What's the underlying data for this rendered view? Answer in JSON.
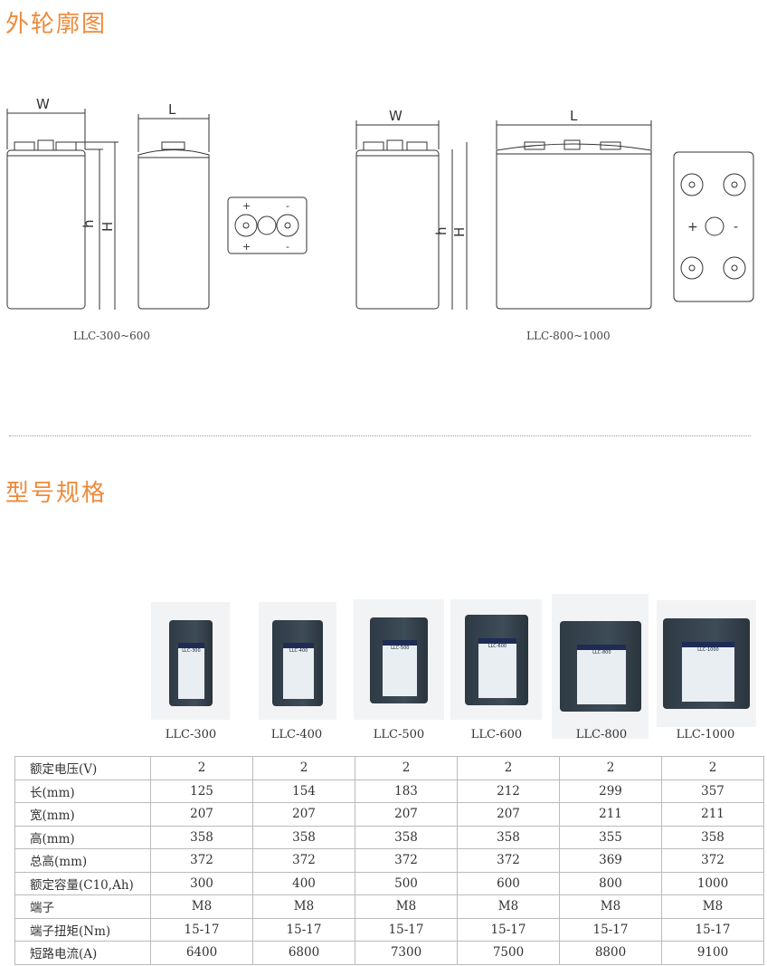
{
  "outline": {
    "title": "外轮廓图",
    "dims": {
      "w": "W",
      "l": "L",
      "h": "h",
      "H": "H"
    },
    "terminals": {
      "plus": "+",
      "minus": "-"
    },
    "caption_small": "LLC-300~600",
    "caption_large": "LLC-800~1000"
  },
  "specs": {
    "title": "型号规格",
    "models": [
      "LLC-300",
      "LLC-400",
      "LLC-500",
      "LLC-600",
      "LLC-800",
      "LLC-1000"
    ],
    "rows": [
      {
        "label": "额定电压(V)",
        "values": [
          "2",
          "2",
          "2",
          "2",
          "2",
          "2"
        ]
      },
      {
        "label": "长(mm)",
        "values": [
          "125",
          "154",
          "183",
          "212",
          "299",
          "357"
        ]
      },
      {
        "label": "宽(mm)",
        "values": [
          "207",
          "207",
          "207",
          "207",
          "211",
          "211"
        ]
      },
      {
        "label": "高(mm)",
        "values": [
          "358",
          "358",
          "358",
          "358",
          "355",
          "358"
        ]
      },
      {
        "label": "总高(mm)",
        "values": [
          "372",
          "372",
          "372",
          "372",
          "369",
          "372"
        ]
      },
      {
        "label": "额定容量(C10,Ah)",
        "values": [
          "300",
          "400",
          "500",
          "600",
          "800",
          "1000"
        ]
      },
      {
        "label": "端子",
        "values": [
          "M8",
          "M8",
          "M8",
          "M8",
          "M8",
          "M8"
        ]
      },
      {
        "label": "端子扭矩(Nm)",
        "values": [
          "15-17",
          "15-17",
          "15-17",
          "15-17",
          "15-17",
          "15-17"
        ]
      },
      {
        "label": "短路电流(A)",
        "values": [
          "6400",
          "6800",
          "7300",
          "7500",
          "8800",
          "9100"
        ]
      }
    ]
  }
}
